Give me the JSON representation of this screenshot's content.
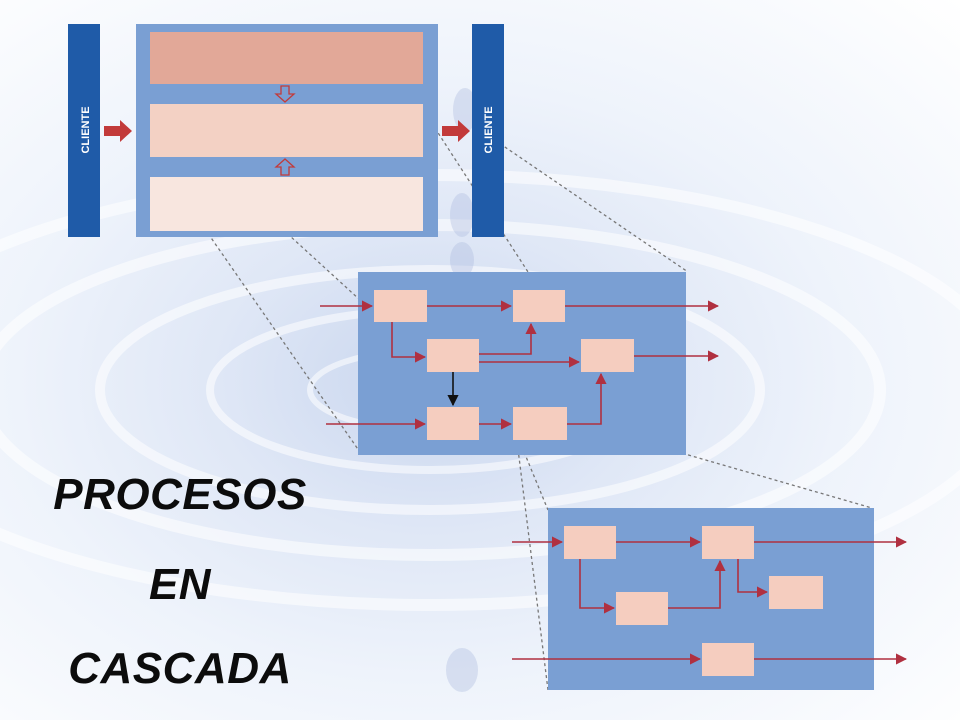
{
  "client_label_left": "CLIENTE",
  "client_label_right": "CLIENTE",
  "title_lines": [
    "PROCESOS",
    "EN",
    "CASCADA"
  ],
  "colors": {
    "client_bar": "#1f5ba8",
    "panel": "#7a9fd3",
    "layer_top": "#e2a898",
    "layer_mid": "#f3d1c4",
    "layer_bottom": "#f8e6df",
    "box": "#f5cdbf",
    "flow_arrow": "#b03040",
    "black_arrow": "#111111",
    "dashed_line": "#777777"
  }
}
